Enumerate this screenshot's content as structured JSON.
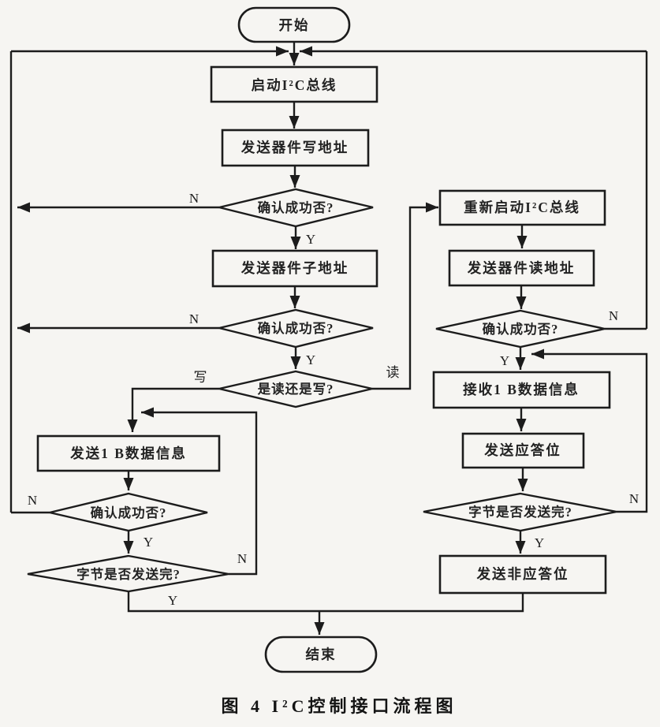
{
  "page": {
    "background": "#f6f5f2",
    "ink": "#1c1c1c",
    "caption": "图 4  I²C控制接口流程图"
  },
  "flowchart": {
    "terminals": {
      "start": "开始",
      "end": "结束"
    },
    "nodes": {
      "start_bus": "启动I²C总线",
      "send_write_address": "发送器件写地址",
      "confirm_ok_1": "确认成功否?",
      "send_sub_address": "发送器件子地址",
      "confirm_ok_2": "确认成功否?",
      "read_or_write": "是读还是写?",
      "restart_bus": "重新启动I²C总线",
      "send_read_address": "发送器件读地址",
      "confirm_ok_read": "确认成功否?",
      "receive_data": "接收1 B数据信息",
      "send_ack": "发送应答位",
      "bytes_done_read": "字节是否发送完?",
      "send_nack": "发送非应答位",
      "send_data": "发送1 B数据信息",
      "confirm_ok_write": "确认成功否?",
      "bytes_done_write": "字节是否发送完?"
    },
    "edge_labels": {
      "yes": "Y",
      "no": "N",
      "read": "读",
      "write": "写"
    }
  }
}
